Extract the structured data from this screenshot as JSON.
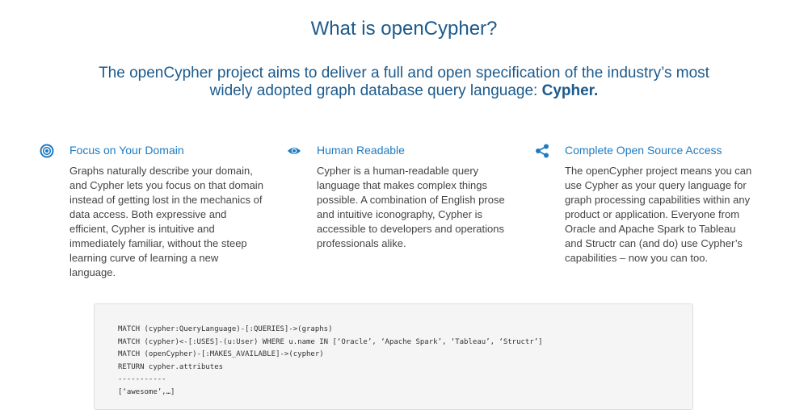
{
  "title": "What is openCypher?",
  "subtitle": {
    "text": "The openCypher project aims to deliver a full and open specification of the industry’s most widely adopted graph database query language:",
    "bold": "Cypher."
  },
  "features": [
    {
      "icon": "bullseye-icon",
      "heading": "Focus on Your Domain",
      "body": "Graphs naturally describe your domain, and Cypher lets you focus on that domain instead of getting lost in the mechanics of data access. Both expressive and efficient, Cypher is intuitive and immediately familiar, without the steep learning curve of learning a new language."
    },
    {
      "icon": "eye-icon",
      "heading": "Human Readable",
      "body": "Cypher is a human-readable query language that makes complex things possible. A combination of English prose and intuitive iconography, Cypher is accessible to developers and operations professionals alike."
    },
    {
      "icon": "share-icon",
      "heading": "Complete Open Source Access",
      "body": "The openCypher project means you can use Cypher as your query language for graph processing capabilities within any product or application. Everyone from Oracle and Apache Spark to Tableau and Structr can (and do) use Cypher’s capabilities – now you can too."
    }
  ],
  "code": "MATCH (cypher:QueryLanguage)-[:QUERIES]->(graphs)\nMATCH (cypher)<-[:USES]-(u:User) WHERE u.name IN [‘Oracle’, ‘Apache Spark’, ‘Tableau’, ‘Structr’]\nMATCH (openCypher)-[:MAKES_AVAILABLE]->(cypher)\nRETURN cypher.attributes\n-----------\n[‘awesome’,…]"
}
